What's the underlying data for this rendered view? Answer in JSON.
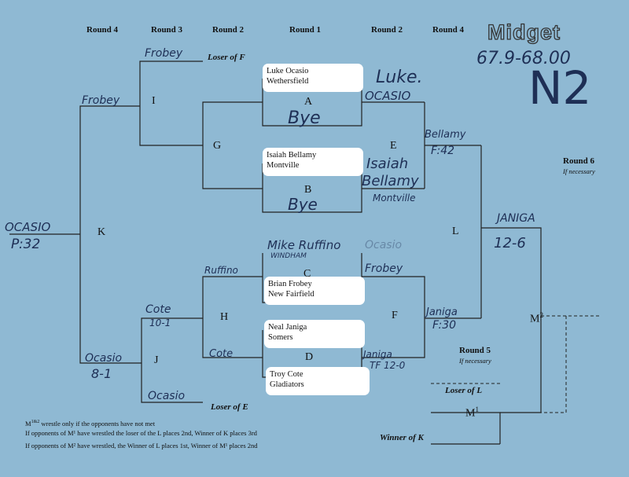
{
  "title": "Midget",
  "weight_class": "67.9-68.00",
  "bracket_code": "N2",
  "headers": {
    "round4_left": "Round 4",
    "round3": "Round 3",
    "round2_left": "Round 2",
    "round1": "Round 1",
    "round2_right": "Round 2",
    "round4_right": "Round 4",
    "round6": "Round 6",
    "round6_note": "If necessary",
    "round5": "Round 5",
    "round5_note": "If necessary"
  },
  "labels": {
    "loser_of_f": "Loser of F",
    "loser_of_e": "Loser of E",
    "loser_of_l": "Loser of L",
    "winner_of_k": "Winner of K"
  },
  "match_letters": {
    "a": "A",
    "b": "B",
    "c": "C",
    "d": "D",
    "e": "E",
    "f": "F",
    "g": "G",
    "h": "H",
    "i": "I",
    "j": "J",
    "k": "K",
    "l": "L",
    "m1": "M",
    "m1_sup": "1",
    "m2": "M",
    "m2_sup": "2"
  },
  "wrestlers": {
    "ocasio": {
      "name": "Luke Ocasio",
      "team": "Wethersfield"
    },
    "bellamy": {
      "name": "Isaiah Bellamy",
      "team": "Montville"
    },
    "frobey": {
      "name": "Brian Frobey",
      "team": "New Fairfield"
    },
    "janiga": {
      "name": "Neal Janiga",
      "team": "Somers"
    },
    "cote": {
      "name": "Troy Cote",
      "team": "Gladiators"
    }
  },
  "handwriting": {
    "a_bye": "Bye",
    "b_bye": "Bye",
    "a_winner": "Luke.",
    "a_winner_2": "OCASIO",
    "b_winner_1": "Isaiah",
    "b_winner_2": "Bellamy",
    "b_winner_3": "Montville",
    "c_top": "Mike Ruffino",
    "c_team": "WINDHAM",
    "c_faint": "Ocasio",
    "e_winner": "Bellamy",
    "e_result": "F:42",
    "f_winner": "Frobey",
    "d_winner": "Janiga",
    "d_result": "TF 12-0",
    "janiga_f": "Janiga",
    "janiga_f_result": "F:30",
    "l_winner": "JANIGA",
    "l_result": "12-6",
    "i_top": "Frobey",
    "i_winner": "Frobey",
    "h_top": "Ruffino",
    "h_bottom": "Cote",
    "h_winner": "Cote",
    "h_result": "10-1",
    "j_winner": "Ocasio",
    "j_result": "8-1",
    "j_bottom": "Ocasio",
    "k_winner": "OCASIO",
    "k_result": "P:32"
  },
  "footnotes": {
    "line1_prefix": "M",
    "line1_sup": "1&2",
    "line1_rest": " wrestle only if the opponents have not met",
    "line2": "If opponents of M¹ have wrestled the loser of the L places 2nd, Winner of K places 3rd",
    "line3": "If opponents of M² have wrestled, the Winner of L places 1st, Winner of M¹ places 2nd"
  }
}
